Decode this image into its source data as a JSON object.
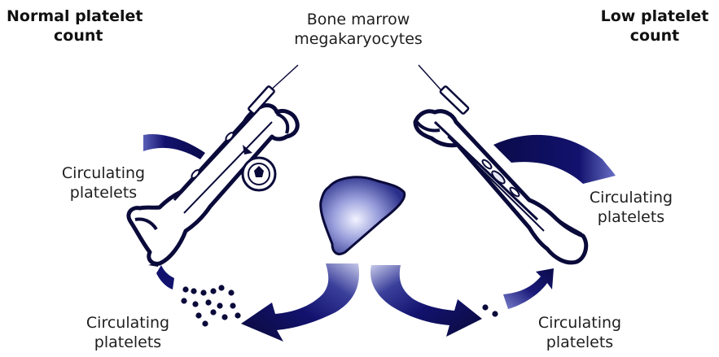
{
  "headings": {
    "normal": [
      "Normal platelet",
      "count"
    ],
    "low": [
      "Low platelet",
      "count"
    ]
  },
  "labels": {
    "bone_marrow": [
      "Bone marrow",
      "megakaryocytes"
    ],
    "left_upper": [
      "Circulating",
      "platelets"
    ],
    "left_lower": [
      "Circulating",
      "platelets"
    ],
    "right_upper": [
      "Circulating",
      "platelets"
    ],
    "right_lower": [
      "Circulating",
      "platelets"
    ]
  },
  "colors": {
    "ink": "#0a0a3a",
    "navy": "#12126e",
    "fade": "#b9bde0",
    "liver_light": "#eef0ff"
  },
  "icons": [
    "bone-icon",
    "syringe-icon",
    "liver-icon",
    "megakaryocyte-icon",
    "curved-arrow-icon",
    "platelet-dot-icon"
  ]
}
